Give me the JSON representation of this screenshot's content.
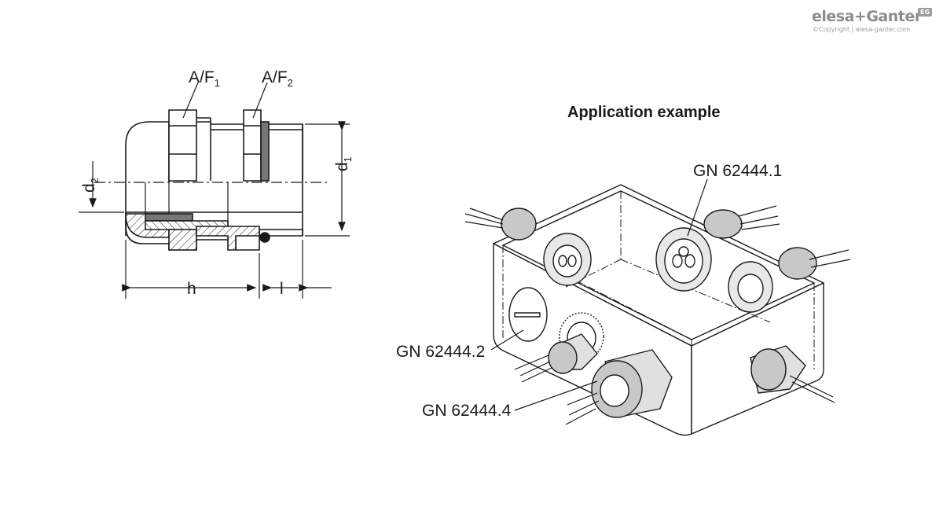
{
  "brand": {
    "logo": "elesa+Ganter",
    "badge": "EG",
    "copyright": "©Copyright | elesa-ganter.com"
  },
  "section_drawing": {
    "labels": {
      "af1": "A/F",
      "af1_sub": "1",
      "af2": "A/F",
      "af2_sub": "2",
      "d1": "d",
      "d1_sub": "1",
      "d2": "d",
      "d2_sub": "2",
      "h": "h",
      "l": "l"
    }
  },
  "application": {
    "title": "Application example",
    "callouts": {
      "gn1": "GN 62444.1",
      "gn2": "GN 62444.2",
      "gn4": "GN 62444.4"
    }
  },
  "colors": {
    "line": "#1a1a1a",
    "fill_grey": "#c8c8c8",
    "fill_dark": "#777777",
    "brand": "#8a8d90"
  }
}
